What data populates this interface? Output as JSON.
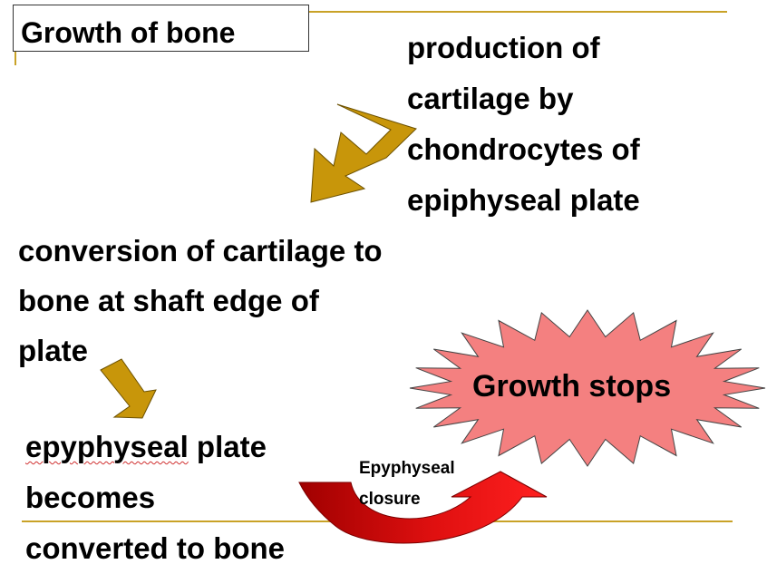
{
  "title": "Growth of bone",
  "blocks": {
    "production": [
      "production of",
      "cartilage by",
      "chondrocytes of",
      "epiphyseal plate"
    ],
    "conversion": [
      "conversion of cartilage to",
      "bone at shaft edge of",
      "plate"
    ],
    "plate": {
      "line1_word": "epyphyseal",
      "line1_rest": " plate",
      "line2": "becomes",
      "line3": "converted to bone"
    }
  },
  "closure": {
    "line1": "Epyphyseal",
    "line2": "closure"
  },
  "burst": {
    "label": "Growth stops",
    "fill": "#f48080"
  },
  "colors": {
    "rule": "#c9a227",
    "arrow_gold": "#c8960a",
    "arrow_red": "#e01010"
  }
}
